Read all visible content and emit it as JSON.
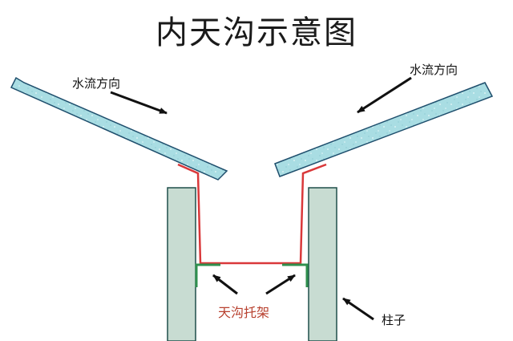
{
  "title": "内天沟示意图",
  "labels": {
    "water_flow_left": "水流方向",
    "water_flow_right": "水流方向",
    "gutter_bracket": "天沟托架",
    "column": "柱子"
  },
  "colors": {
    "roof_panel_fill": "#a9dde3",
    "roof_panel_stroke": "#1f4f6d",
    "column_fill": "#c8dcd2",
    "column_stroke": "#1f4f4a",
    "gutter_line": "#d9383a",
    "bracket": "#2f8f4e",
    "arrow": "#111111",
    "bracket_label": "#b8412f"
  }
}
